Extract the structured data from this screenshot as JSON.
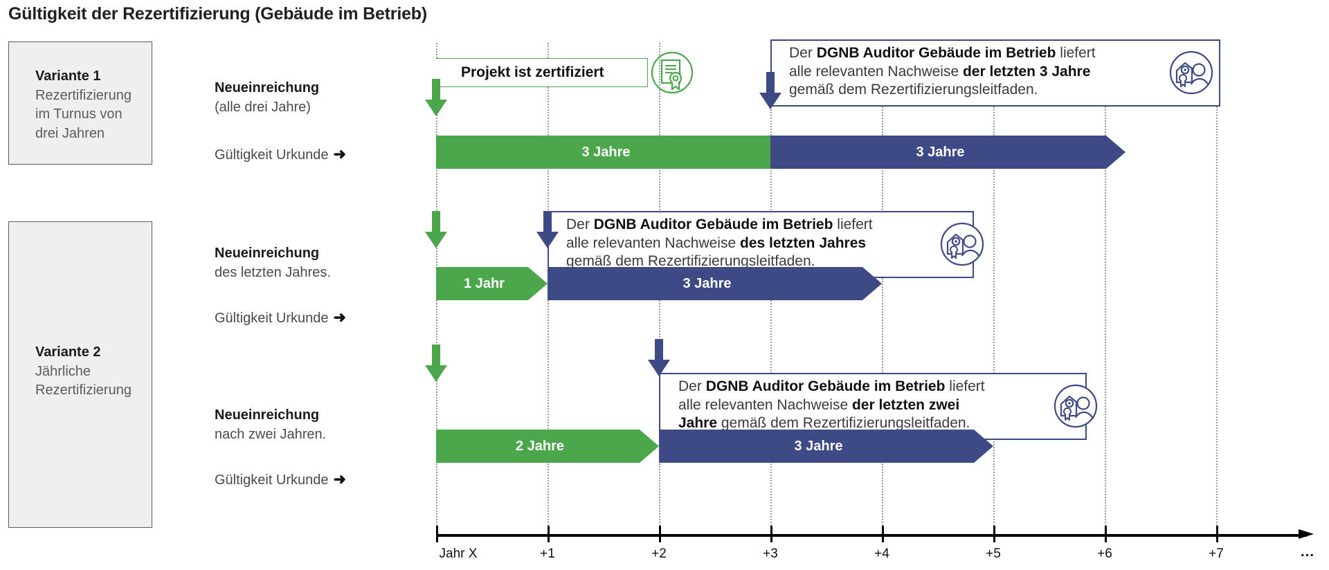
{
  "title": "Gültigkeit der Rezertifizierung (Gebäude im Betrieb)",
  "variants": [
    {
      "name": "variante-1",
      "title": "Variante 1",
      "subtitle_lines": [
        "Rezertifizierung",
        "im Turnus von",
        "drei Jahren"
      ]
    },
    {
      "name": "variante-2",
      "title": "Variante 2",
      "subtitle_lines": [
        "Jährliche",
        "Rezertifizierung"
      ]
    }
  ],
  "rows": [
    {
      "name": "row-variante-1",
      "label_main": "Neueinreichung",
      "label_sub": "(alle drei Jahre)",
      "validity_label": "Gültigkeit Urkunde",
      "validity_arrow": "➜",
      "bars": [
        {
          "label": "3 Jahre",
          "color": "green",
          "start_year": 0,
          "end_year": 3
        },
        {
          "label": "3 Jahre",
          "color": "blue",
          "start_year": 3,
          "end_year": 6
        }
      ],
      "callouts": [
        {
          "kind": "certified",
          "text": "Projekt ist zertifiziert",
          "icon": "certificate-icon",
          "icon_color": "#4ca64c"
        },
        {
          "kind": "auditor",
          "segments": [
            {
              "t": "Der ",
              "b": false
            },
            {
              "t": "DGNB Auditor Gebäude im Betrieb",
              "b": true
            },
            {
              "t": " liefert",
              "b": false
            },
            {
              "t": "\n",
              "b": false
            },
            {
              "t": "alle relevanten Nachweise ",
              "b": false
            },
            {
              "t": "der letzten 3 Jahre",
              "b": true
            },
            {
              "t": "\n",
              "b": false
            },
            {
              "t": "gemäß dem Rezertifizierungsleitfaden.",
              "b": false
            }
          ],
          "icon": "auditor-icon",
          "icon_color": "#3d4a86"
        }
      ]
    },
    {
      "name": "row-variante-2-a",
      "label_main": "Neueinreichung",
      "label_sub": "des letzten Jahres.",
      "validity_label": "Gültigkeit Urkunde",
      "validity_arrow": "➜",
      "bars": [
        {
          "label": "1 Jahr",
          "color": "green",
          "start_year": 0,
          "end_year": 1
        },
        {
          "label": "3 Jahre",
          "color": "blue",
          "start_year": 1,
          "end_year": 4
        }
      ],
      "callouts": [
        {
          "kind": "auditor",
          "segments": [
            {
              "t": "Der ",
              "b": false
            },
            {
              "t": "DGNB Auditor Gebäude im Betrieb",
              "b": true
            },
            {
              "t": " liefert",
              "b": false
            },
            {
              "t": "\n",
              "b": false
            },
            {
              "t": "alle relevanten Nachweise ",
              "b": false
            },
            {
              "t": "des letzten Jahres",
              "b": true
            },
            {
              "t": "\n",
              "b": false
            },
            {
              "t": "gemäß dem Rezertifizierungsleitfaden.",
              "b": false
            }
          ],
          "icon": "auditor-icon",
          "icon_color": "#3d4a86"
        }
      ]
    },
    {
      "name": "row-variante-2-b",
      "label_main": "Neueinreichung",
      "label_sub": "nach zwei Jahren.",
      "validity_label": "Gültigkeit Urkunde",
      "validity_arrow": "➜",
      "bars": [
        {
          "label": "2 Jahre",
          "color": "green",
          "start_year": 0,
          "end_year": 2
        },
        {
          "label": "3 Jahre",
          "color": "blue",
          "start_year": 2,
          "end_year": 5
        }
      ],
      "callouts": [
        {
          "kind": "auditor",
          "segments": [
            {
              "t": "Der ",
              "b": false
            },
            {
              "t": "DGNB Auditor Gebäude im Betrieb",
              "b": true
            },
            {
              "t": " liefert",
              "b": false
            },
            {
              "t": "\n",
              "b": false
            },
            {
              "t": "alle relevanten Nachweise ",
              "b": false
            },
            {
              "t": "der letzten zwei",
              "b": true
            },
            {
              "t": "\n",
              "b": false
            },
            {
              "t": "Jahre",
              "b": true
            },
            {
              "t": " gemäß dem Rezertifizierungsleitfaden.",
              "b": false
            }
          ],
          "icon": "auditor-icon",
          "icon_color": "#3d4a86"
        }
      ]
    }
  ],
  "axis": {
    "labels": [
      "Jahr X",
      "+1",
      "+2",
      "+3",
      "+4",
      "+5",
      "+6",
      "+7"
    ],
    "ellipsis": "…"
  },
  "colors": {
    "green": "#4ca64c",
    "blue": "#3d4a86",
    "box_fill": "#efefef",
    "box_border": "#5a5a5a",
    "grid": "#9a9a9a",
    "text": "#1a1a1a",
    "muted": "#5b5b5b"
  }
}
